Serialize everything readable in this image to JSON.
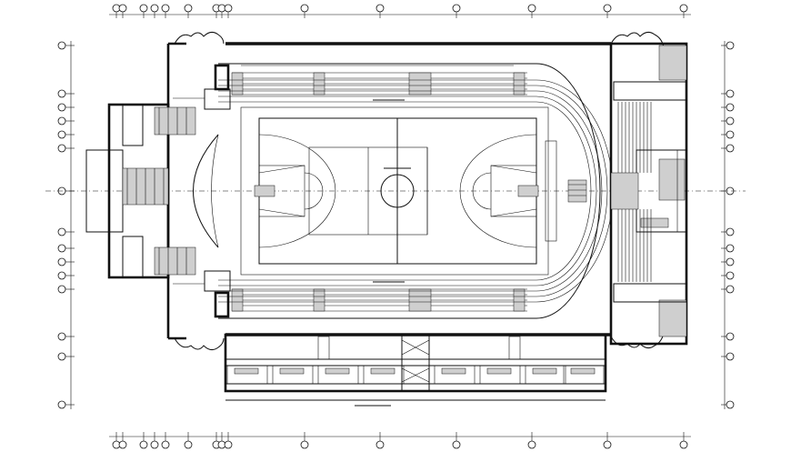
{
  "grid": {
    "top_marks": [
      128,
      135,
      158,
      170,
      182,
      207,
      238,
      244,
      251,
      335,
      418,
      502,
      585,
      668,
      752
    ],
    "bottom_marks": [
      128,
      135,
      158,
      170,
      182,
      207,
      238,
      244,
      251,
      335,
      418,
      502,
      585,
      668,
      752
    ],
    "left_marks": [
      50,
      103,
      118,
      133,
      148,
      163,
      210,
      255,
      273,
      288,
      303,
      318,
      370,
      392,
      445
    ],
    "right_marks": [
      50,
      103,
      118,
      133,
      148,
      163,
      210,
      255,
      273,
      288,
      303,
      318,
      370,
      392,
      445
    ]
  },
  "colors": {
    "line": "#111111",
    "fill": "#cfcfcf",
    "background": "#ffffff"
  }
}
